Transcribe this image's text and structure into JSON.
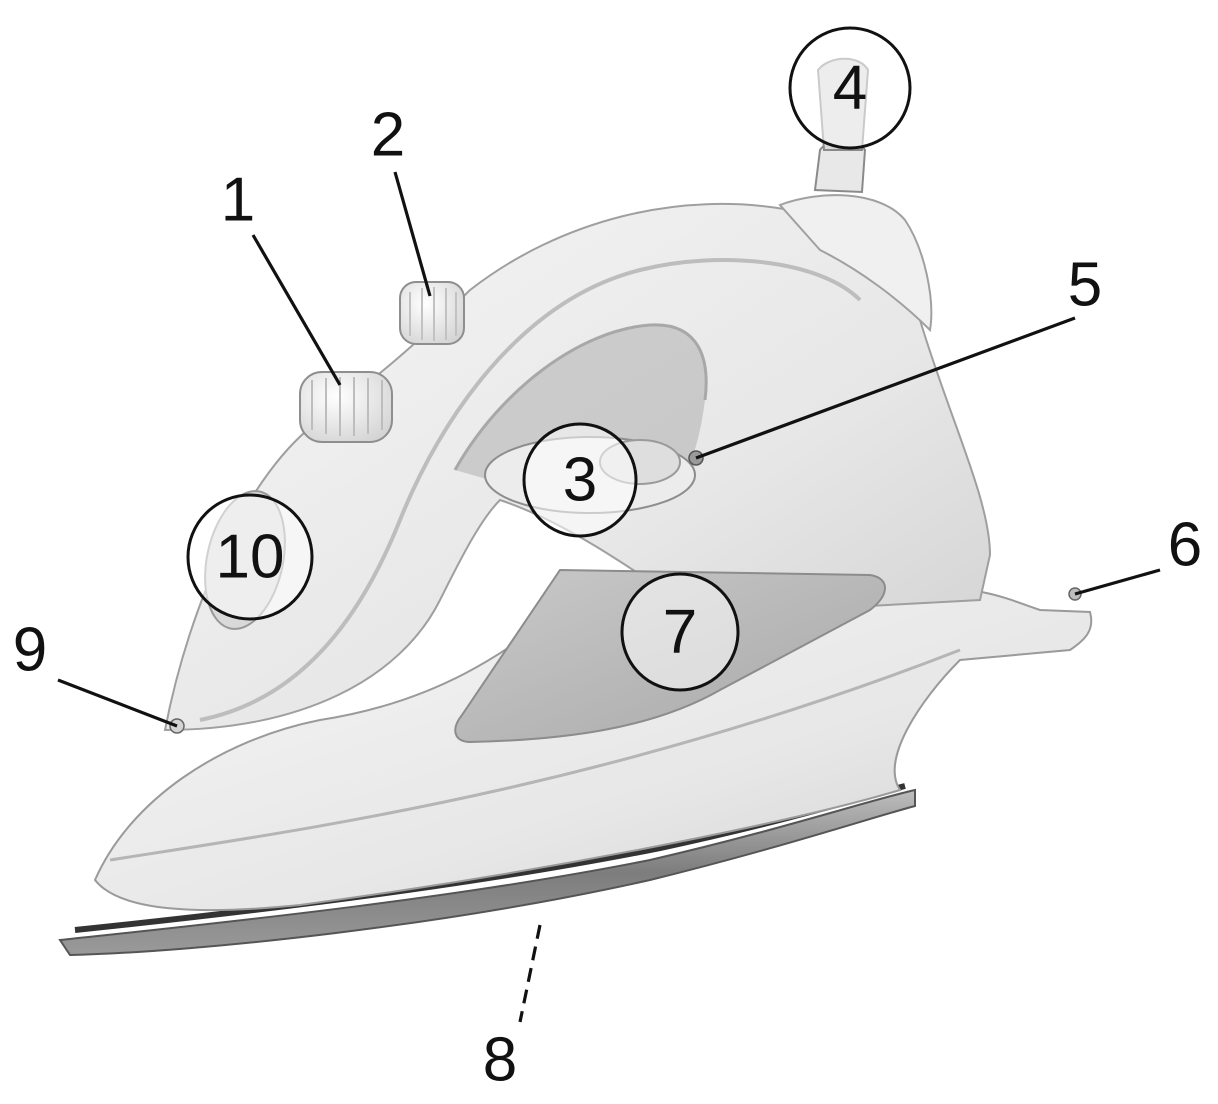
{
  "diagram": {
    "subject": "steam iron",
    "callouts": [
      {
        "id": "1",
        "label": "1"
      },
      {
        "id": "2",
        "label": "2"
      },
      {
        "id": "3",
        "label": "3"
      },
      {
        "id": "4",
        "label": "4"
      },
      {
        "id": "5",
        "label": "5"
      },
      {
        "id": "6",
        "label": "6"
      },
      {
        "id": "7",
        "label": "7"
      },
      {
        "id": "8",
        "label": "8"
      },
      {
        "id": "9",
        "label": "9"
      },
      {
        "id": "10",
        "label": "10"
      }
    ]
  }
}
